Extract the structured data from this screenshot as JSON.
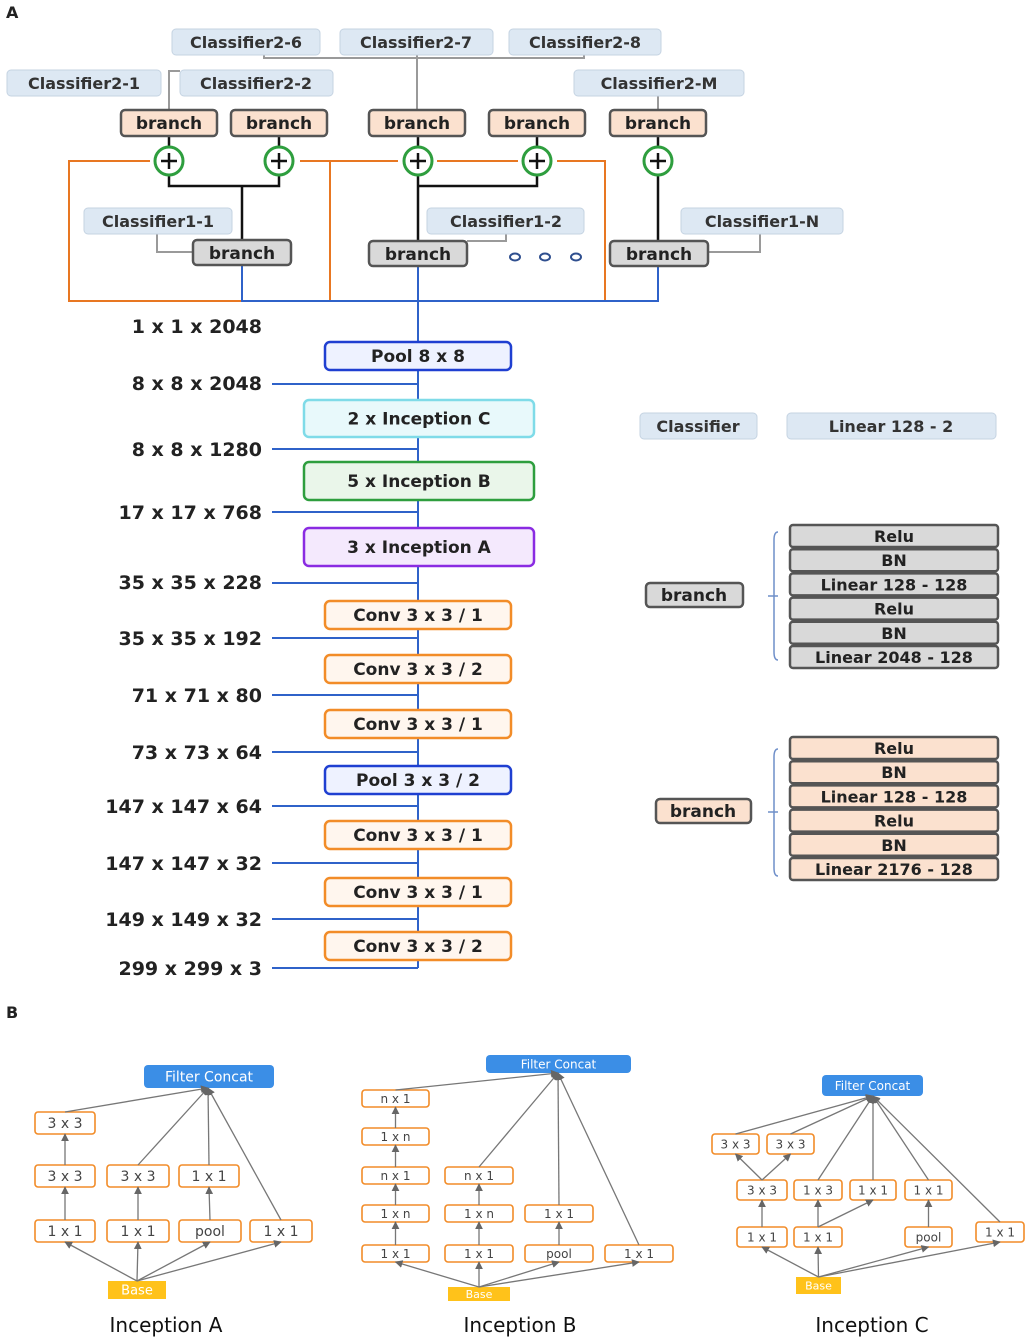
{
  "panel_a": {
    "label": "A",
    "classifiers_top": [
      "Classifier2-6",
      "Classifier2-7",
      "Classifier2-8"
    ],
    "classifiers_mid": [
      "Classifier2-1",
      "Classifier2-2",
      "Classifier2-M"
    ],
    "classifiers_low": [
      "Classifier1-1",
      "Classifier1-2",
      "Classifier1-N"
    ],
    "branch_label": "branch",
    "dims": [
      "1 x 1 x 2048",
      "8 x 8 x 2048",
      "8 x 8 x 1280",
      "17 x 17 x 768",
      "35 x 35 x 228",
      "35 x 35 x 192",
      "71 x 71 x 80",
      "73 x 73 x 64",
      "147 x 147 x 64",
      "147 x 147 x 32",
      "149 x 149 x 32",
      "299 x 299 x 3"
    ],
    "layers": [
      {
        "label": "Pool 8 x 8",
        "kind": "pool"
      },
      {
        "label": "2 x Inception C",
        "kind": "incC"
      },
      {
        "label": "5 x Inception B",
        "kind": "incB"
      },
      {
        "label": "3  x Inception A",
        "kind": "incA"
      },
      {
        "label": "Conv 3 x 3 / 1",
        "kind": "conv"
      },
      {
        "label": "Conv 3 x 3 / 2",
        "kind": "conv"
      },
      {
        "label": "Conv 3 x 3 / 1",
        "kind": "conv"
      },
      {
        "label": "Pool 3 x 3 / 2",
        "kind": "pool"
      },
      {
        "label": "Conv 3 x 3 / 1",
        "kind": "conv"
      },
      {
        "label": "Conv 3 x 3 / 1",
        "kind": "conv"
      },
      {
        "label": "Conv 3 x 3 / 2",
        "kind": "conv"
      }
    ],
    "legend": {
      "classifier": "Classifier",
      "classifier_def": "Linear 128  - 2",
      "branch_gray": [
        "Relu",
        "BN",
        "Linear 128  - 128",
        "Relu",
        "BN",
        "Linear 2048  - 128"
      ],
      "branch_peach": [
        "Relu",
        "BN",
        "Linear 128  - 128",
        "Relu",
        "BN",
        "Linear 2176  - 128"
      ]
    }
  },
  "panel_b": {
    "label": "B",
    "filter_concat": "Filter Concat",
    "base": "Base",
    "inception_a": {
      "caption": "Inception A",
      "cells": [
        "3 x 3",
        "3 x 3",
        "3 x 3",
        "1 x 1",
        "1 x 1",
        "1 x 1",
        "pool",
        "1 x 1"
      ]
    },
    "inception_b": {
      "caption": "Inception B",
      "cells": [
        "n x 1",
        "1 x n",
        "n x 1",
        "1 x n",
        "1 x 1",
        "n x 1",
        "1 x n",
        "1 x 1",
        "1 x 1",
        "pool",
        "1 x 1"
      ]
    },
    "inception_c": {
      "caption": "Inception C",
      "cells": [
        "3 x 3",
        "3 x 3",
        "3 x 3",
        "1 x 3",
        "1 x 1",
        "1 x 1",
        "1 x 1",
        "1 x 1",
        "pool",
        "1 x 1"
      ]
    }
  },
  "colors": {
    "conv": "#f28c28",
    "pool": "#1f3fd1",
    "incA": "#8a2be2",
    "incB": "#2e9e3e",
    "incC": "#7fdbe8",
    "trunk": "#2f62c9",
    "orange_frame": "#e87722",
    "plus": "#2e9e3e",
    "classifier_fill": "#dde8f3",
    "branch_gray": "#d9d9d9",
    "branch_peach": "#fbe1cf",
    "base_fill": "#ffc21a",
    "concat_fill": "#3b8ee6"
  }
}
